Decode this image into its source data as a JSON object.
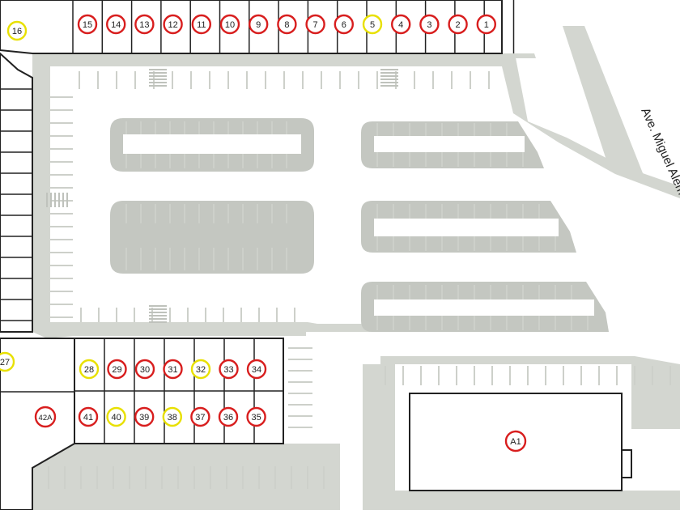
{
  "map": {
    "street_label": "Ave. Miguel Alem",
    "colors": {
      "available": "#e8e000",
      "occupied": "#d81e1e",
      "pavement": "#d3d6d0",
      "building_line": "#222222",
      "parking_line": "#c9ccc6"
    },
    "units": {
      "top_row": [
        {
          "id": "15",
          "status": "occupied"
        },
        {
          "id": "14",
          "status": "occupied"
        },
        {
          "id": "13",
          "status": "occupied"
        },
        {
          "id": "12",
          "status": "occupied"
        },
        {
          "id": "11",
          "status": "occupied"
        },
        {
          "id": "10",
          "status": "occupied"
        },
        {
          "id": "9",
          "status": "occupied"
        },
        {
          "id": "8",
          "status": "occupied"
        },
        {
          "id": "7",
          "status": "occupied"
        },
        {
          "id": "6",
          "status": "occupied"
        },
        {
          "id": "5",
          "status": "available"
        },
        {
          "id": "4",
          "status": "occupied"
        },
        {
          "id": "3",
          "status": "occupied"
        },
        {
          "id": "2",
          "status": "occupied"
        },
        {
          "id": "1",
          "status": "occupied"
        }
      ],
      "corner_16": {
        "id": "16",
        "status": "available"
      },
      "left_27": {
        "id": "27",
        "status": "available"
      },
      "middle_upper": [
        {
          "id": "28",
          "status": "available"
        },
        {
          "id": "29",
          "status": "occupied"
        },
        {
          "id": "30",
          "status": "occupied"
        },
        {
          "id": "31",
          "status": "occupied"
        },
        {
          "id": "32",
          "status": "available"
        },
        {
          "id": "33",
          "status": "occupied"
        },
        {
          "id": "34",
          "status": "occupied"
        }
      ],
      "middle_lower": [
        {
          "id": "41",
          "status": "occupied"
        },
        {
          "id": "40",
          "status": "available"
        },
        {
          "id": "39",
          "status": "occupied"
        },
        {
          "id": "38",
          "status": "available"
        },
        {
          "id": "37",
          "status": "occupied"
        },
        {
          "id": "36",
          "status": "occupied"
        },
        {
          "id": "35",
          "status": "occupied"
        }
      ],
      "unit_42a": {
        "id": "42A",
        "status": "occupied"
      },
      "anchor_a1": {
        "id": "A1",
        "status": "occupied"
      }
    }
  }
}
